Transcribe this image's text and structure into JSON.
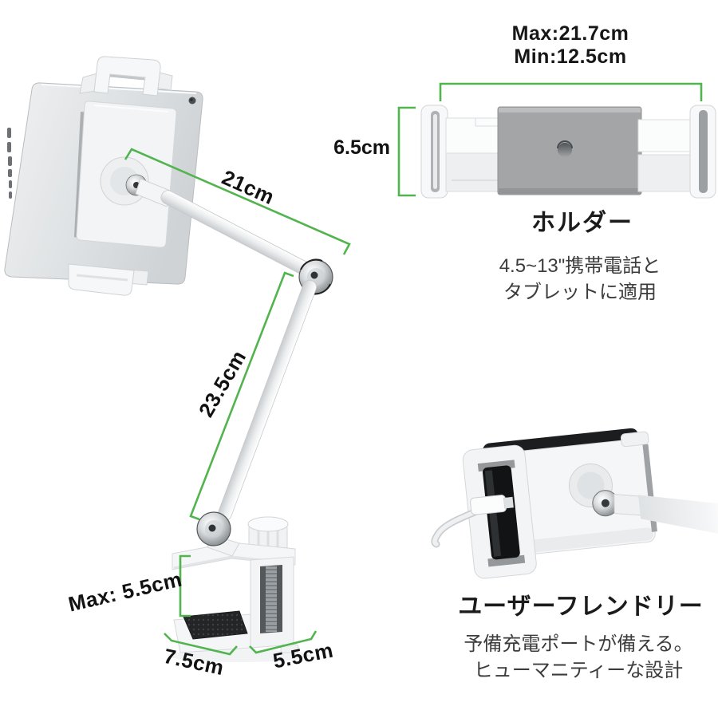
{
  "colors": {
    "background": "#ffffff",
    "dimension_green": "#52b44e",
    "text_dark": "#141414"
  },
  "stand_diagram": {
    "arm_upper_length": "21cm",
    "arm_lower_length": "23.5cm",
    "clamp_opening": "Max: 5.5cm",
    "base_depth": "7.5cm",
    "base_side": "5.5cm"
  },
  "holder_detail": {
    "width_max": "Max:21.7cm",
    "width_min": "Min:12.5cm",
    "height": "6.5cm",
    "heading": "ホルダー",
    "description_line1": "4.5~13\"携帯電話と",
    "description_line2": "タブレットに適用"
  },
  "user_friendly_detail": {
    "heading": "ユーザーフレンドリー",
    "description_line1": "予備充電ポートが備える。",
    "description_line2": "ヒューマニティーな設計"
  }
}
